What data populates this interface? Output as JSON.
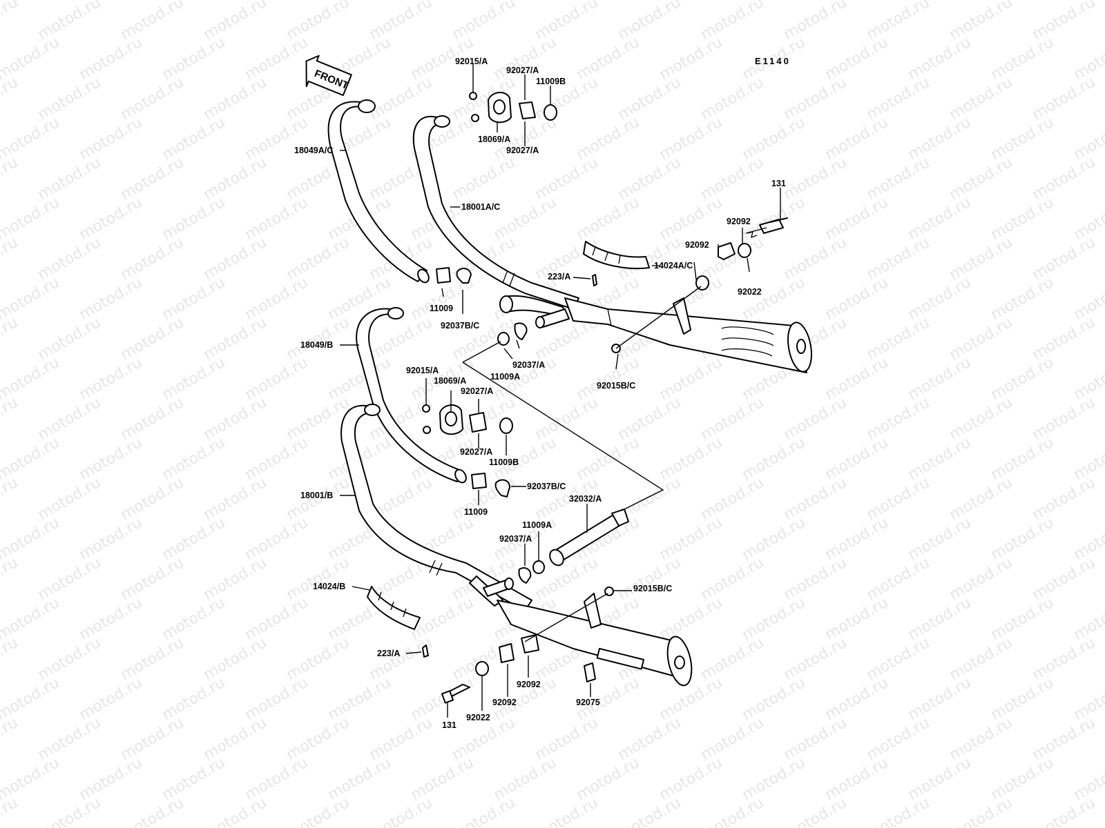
{
  "watermark": "motod.ru",
  "diagram_code": "E1140",
  "front_marker": "FRONT",
  "labels": {
    "p92015A_top": "92015/A",
    "p92027A_top": "92027/A",
    "p11009B_top": "11009B",
    "p18069A_top": "18069/A",
    "p92027A_top2": "92027/A",
    "p18049AC": "18049A/C",
    "p18001AC": "18001A/C",
    "p131_top": "131",
    "p92092_a": "92092",
    "p92092_b": "92092",
    "p14024AC": "14024A/C",
    "p223A_top": "223/A",
    "p92022_top": "92022",
    "p11009_top": "11009",
    "p92037BC_top": "92037B/C",
    "p18049B": "18049/B",
    "p92037A_top": "92037/A",
    "p11009A_top": "11009A",
    "p92015BC_top": "92015B/C",
    "p92015A_mid": "92015/A",
    "p18069A_mid": "18069/A",
    "p92027A_mid": "92027/A",
    "p92027A_mid2": "92027/A",
    "p11009B_mid": "11009B",
    "p18001B": "18001/B",
    "p92037BC_mid": "92037B/C",
    "p11009_mid": "11009",
    "p32032A": "32032/A",
    "p11009A_mid": "11009A",
    "p92037A_mid": "92037/A",
    "p14024B": "14024/B",
    "p92015BC_bot": "92015B/C",
    "p223A_bot": "223/A",
    "p92092_c": "92092",
    "p92092_d": "92092",
    "p92075": "92075",
    "p131_bot": "131",
    "p92022_bot": "92022"
  }
}
